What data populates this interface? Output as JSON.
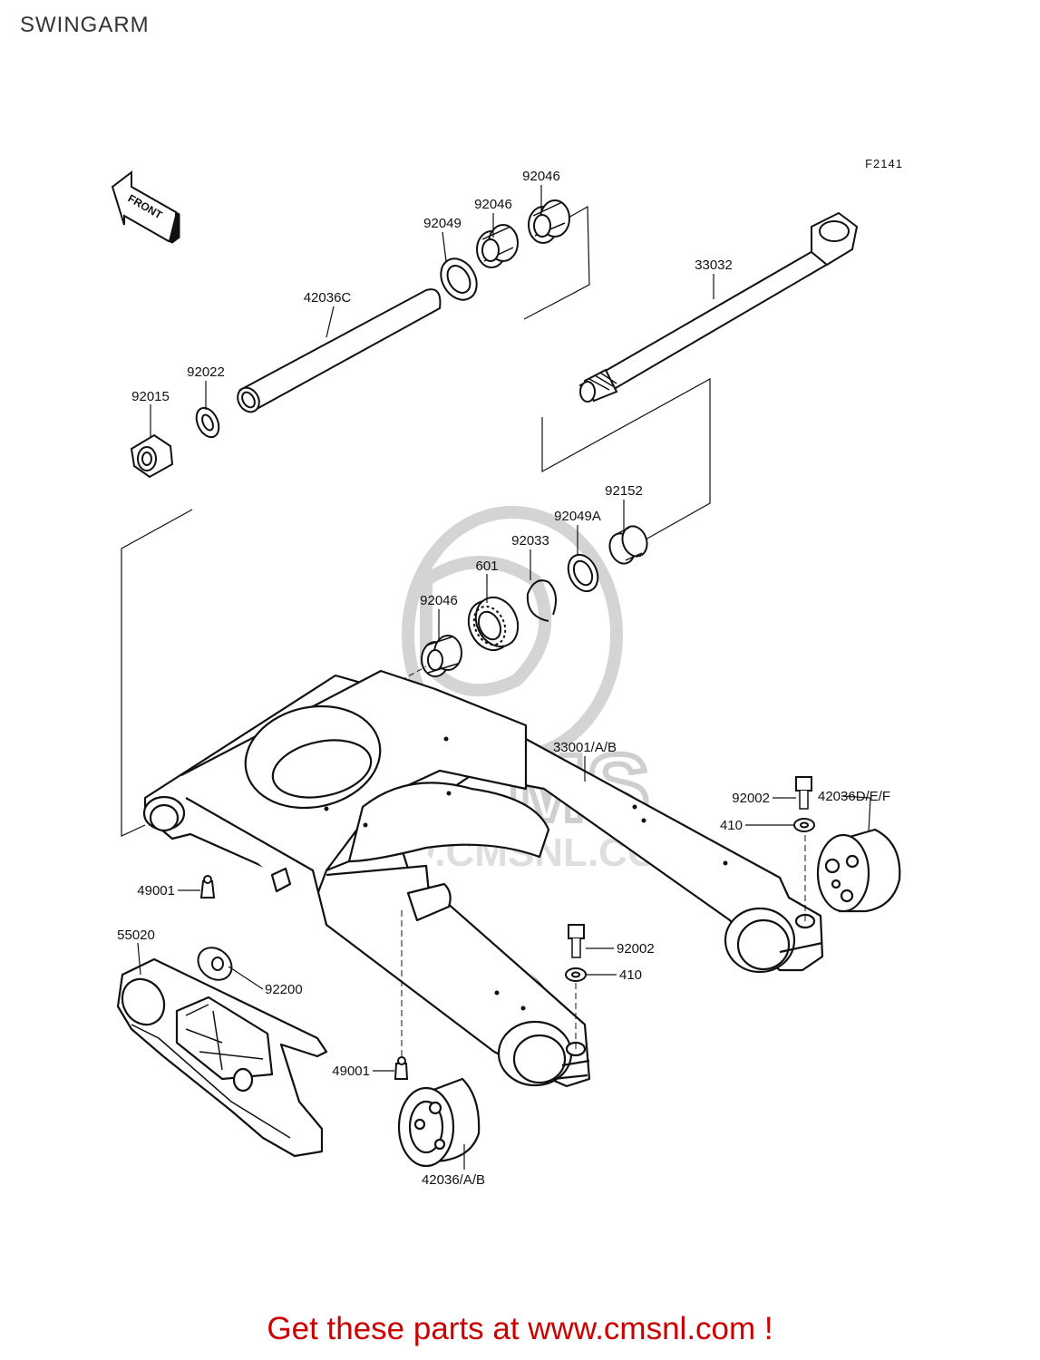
{
  "page": {
    "title": "SWINGARM"
  },
  "diagram": {
    "figure_code": "F2141",
    "front_label": "FRONT",
    "watermark": "CMS",
    "watermark_url": "WWW.CMSNL.COM",
    "colors": {
      "line": "#111111",
      "watermark": "#cfcfcf"
    },
    "callouts": [
      {
        "id": "c01",
        "label": "92046"
      },
      {
        "id": "c02",
        "label": "92046"
      },
      {
        "id": "c03",
        "label": "92049"
      },
      {
        "id": "c04",
        "label": "33032"
      },
      {
        "id": "c05",
        "label": "42036C"
      },
      {
        "id": "c06",
        "label": "92022"
      },
      {
        "id": "c07",
        "label": "92015"
      },
      {
        "id": "c08",
        "label": "92152"
      },
      {
        "id": "c09",
        "label": "92049A"
      },
      {
        "id": "c10",
        "label": "92033"
      },
      {
        "id": "c11",
        "label": "601"
      },
      {
        "id": "c12",
        "label": "92046"
      },
      {
        "id": "c13",
        "label": "33001/A/B"
      },
      {
        "id": "c14",
        "label": "92002"
      },
      {
        "id": "c15",
        "label": "42036D/E/F"
      },
      {
        "id": "c16",
        "label": "410"
      },
      {
        "id": "c17",
        "label": "49001"
      },
      {
        "id": "c18",
        "label": "55020"
      },
      {
        "id": "c19",
        "label": "92200"
      },
      {
        "id": "c20",
        "label": "92002"
      },
      {
        "id": "c21",
        "label": "410"
      },
      {
        "id": "c22",
        "label": "49001"
      },
      {
        "id": "c23",
        "label": "42036/A/B"
      }
    ]
  },
  "footer": {
    "cta": "Get these parts at www.cmsnl.com !",
    "color": "#cc0000"
  }
}
